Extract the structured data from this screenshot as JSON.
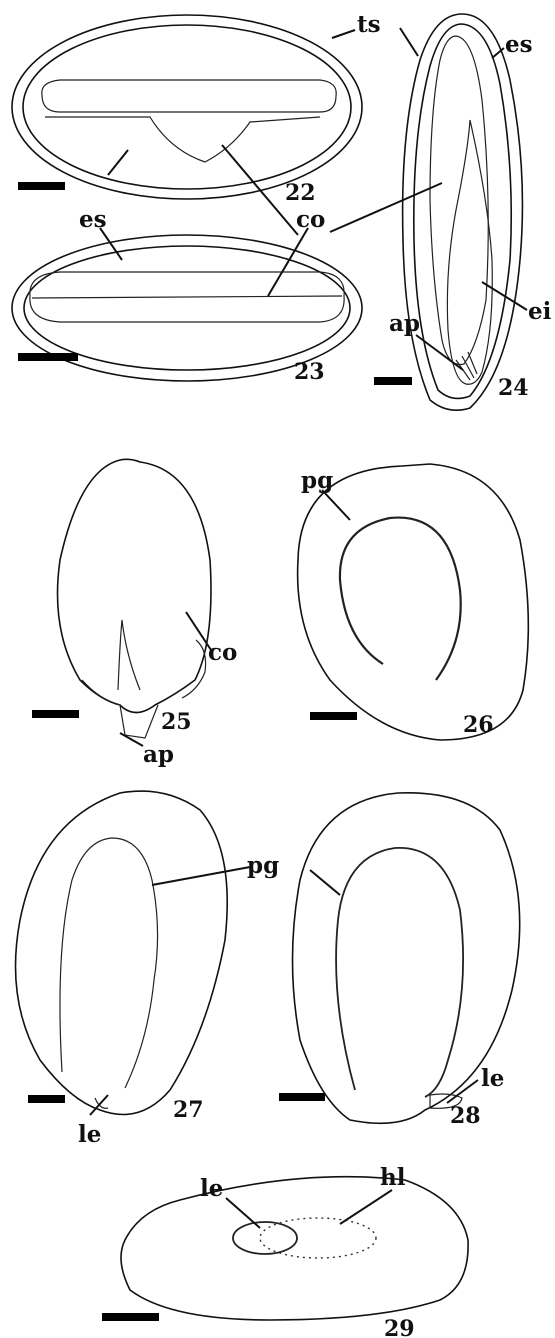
{
  "figure_numbers": [
    "22",
    "23",
    "24",
    "25",
    "26",
    "27",
    "28",
    "29"
  ],
  "labels": {
    "ts": "ts",
    "es": "es",
    "co": "co",
    "ei": "ei",
    "ap": "ap",
    "pg": "pg",
    "le": "le",
    "hl": "hl"
  },
  "colors": {
    "ink": "#111111",
    "testa_stipple": "#d9d9d9",
    "background": "#ffffff"
  }
}
